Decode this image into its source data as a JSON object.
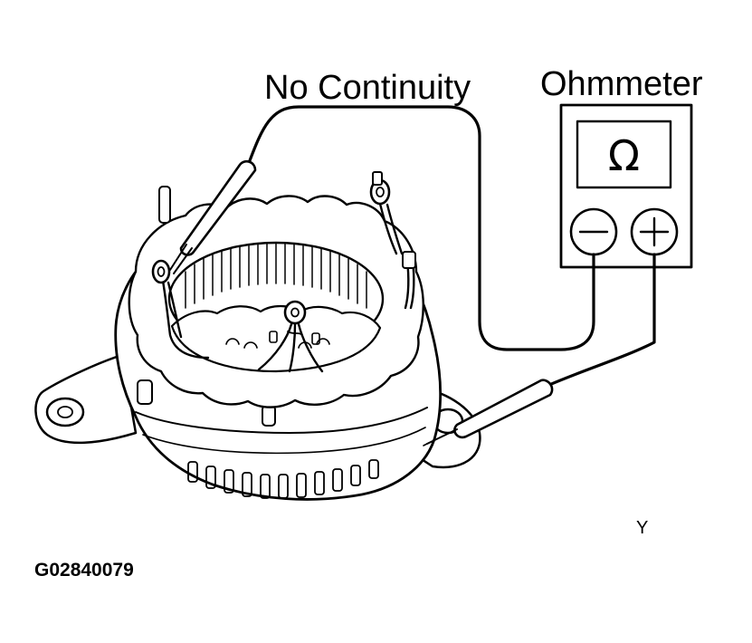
{
  "labels": {
    "no_continuity": "No Continuity",
    "ohmmeter": "Ohmmeter",
    "ohm_symbol": "Ω",
    "negative_terminal": "−",
    "positive_terminal": "+",
    "corner_mark": "Y",
    "figure_code": "G02840079"
  },
  "icons": {
    "stator": "alternator-stator-drawing",
    "meter": "ohmmeter-icon",
    "probe": "test-probe-icon"
  },
  "colors": {
    "ink": "#000000",
    "paper": "#ffffff"
  }
}
